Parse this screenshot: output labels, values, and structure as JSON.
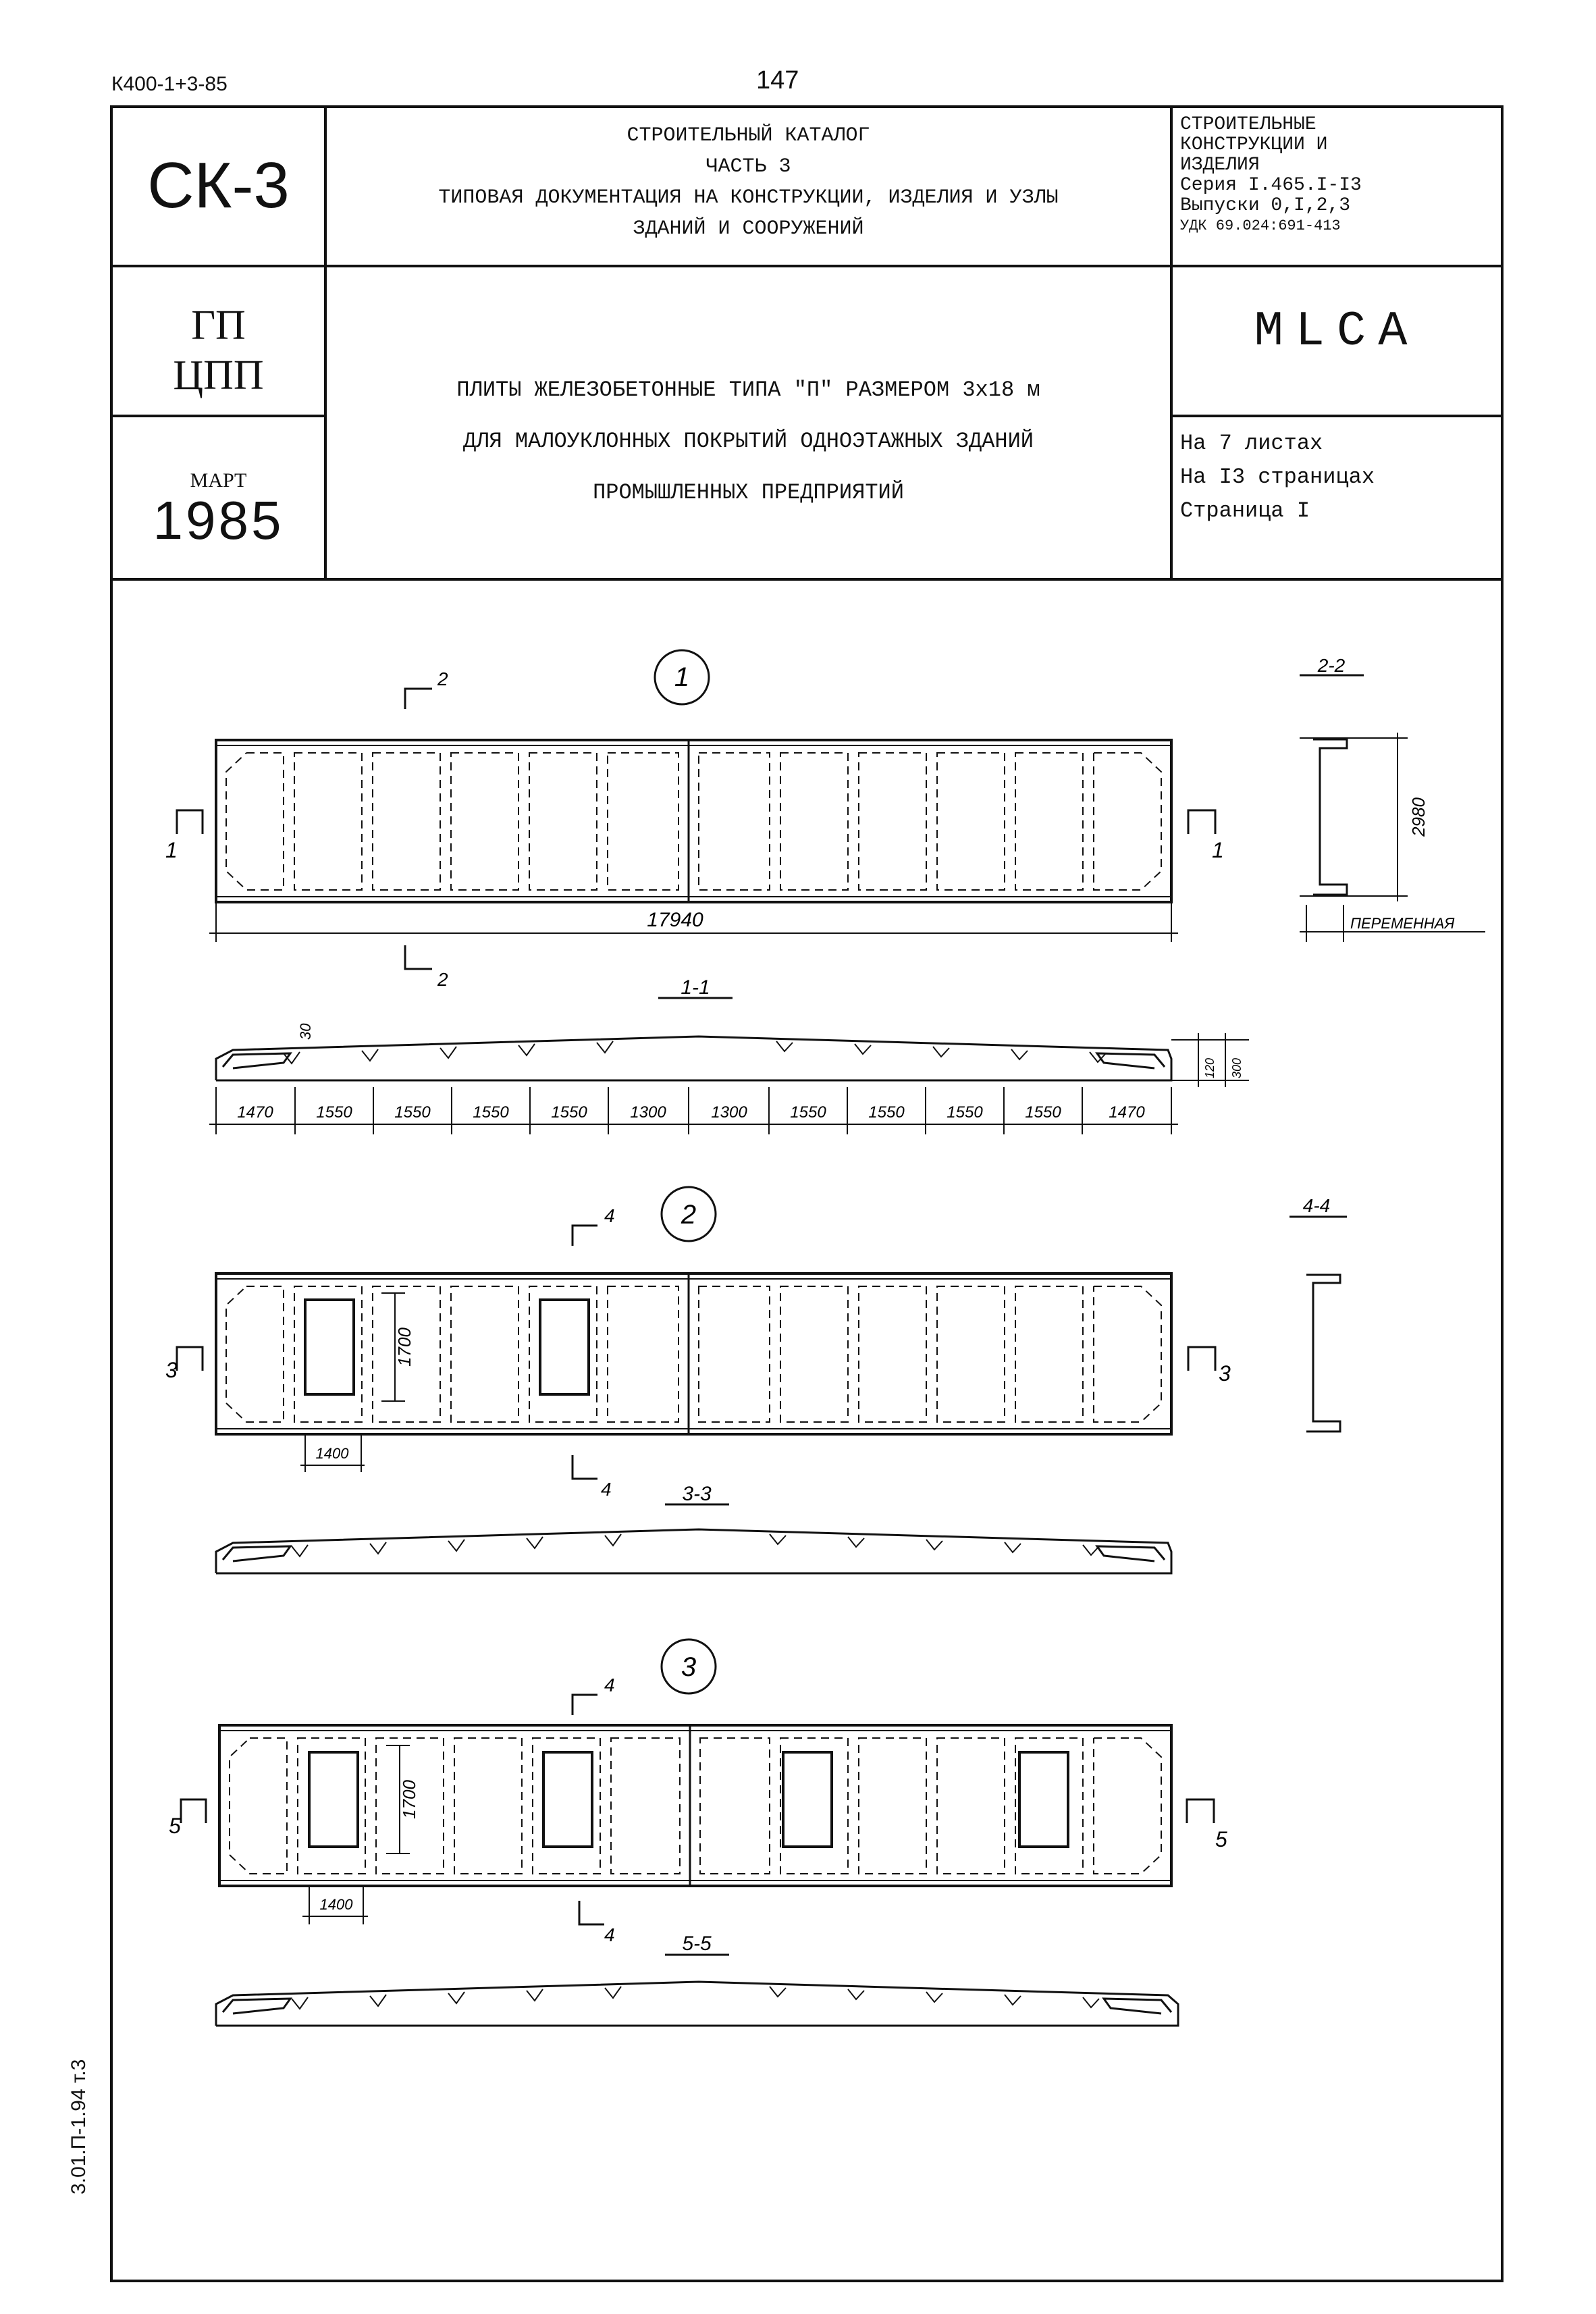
{
  "doc_code": "К400-1+3-85",
  "page_number": "147",
  "side_code": "3.01.П-1.94 т.3",
  "header": {
    "series_code": "СК-3",
    "catalog_lines": [
      "СТРОИТЕЛЬНЫЙ КАТАЛОГ",
      "ЧАСТЬ 3",
      "ТИПОВАЯ ДОКУМЕНТАЦИЯ НА КОНСТРУКЦИИ, ИЗДЕЛИЯ И УЗЛЫ",
      "ЗДАНИЙ И СООРУЖЕНИЙ"
    ],
    "section_lines": [
      "СТРОИТЕЛЬНЫЕ",
      "КОНСТРУКЦИИ И",
      "ИЗДЕЛИЯ",
      "Серия I.465.I-I3",
      "Выпуски 0,I,2,3",
      "УДК 69.024:691-413"
    ],
    "org_line1": "ГП",
    "org_line2": "ЦПП",
    "title_lines": [
      "ПЛИТЫ ЖЕЛЕЗОБЕТОННЫЕ ТИПА \"П\" РАЗМЕРОМ 3х18 м",
      "ДЛЯ МАЛОУКЛОННЫХ ПОКРЫТИЙ ОДНОЭТАЖНЫХ ЗДАНИЙ",
      "ПРОМЫШЛЕННЫХ ПРЕДПРИЯТИЙ"
    ],
    "code_word": "МLСА",
    "month": "МАРТ",
    "year": "1985",
    "sheets_lines": [
      "На 7 листах",
      "На I3 страницах",
      "Страница I"
    ]
  },
  "drawing": {
    "variant_labels": [
      "1",
      "2",
      "3"
    ],
    "overall_length": "17940",
    "section_height": "2980",
    "variable_note": "ПЕРЕМЕННАЯ",
    "rib_top": "30",
    "end_heights": [
      "120",
      "300"
    ],
    "segment_dims": [
      "1470",
      "1550",
      "1550",
      "1550",
      "1550",
      "1300",
      "1300",
      "1550",
      "1550",
      "1550",
      "1550",
      "1470"
    ],
    "opening_height": "1700",
    "opening_width": "1400",
    "section_titles": [
      "2-2",
      "1-1",
      "4-4",
      "3-3",
      "5-5"
    ],
    "cut_marks": [
      "1",
      "2",
      "3",
      "4",
      "5"
    ]
  }
}
